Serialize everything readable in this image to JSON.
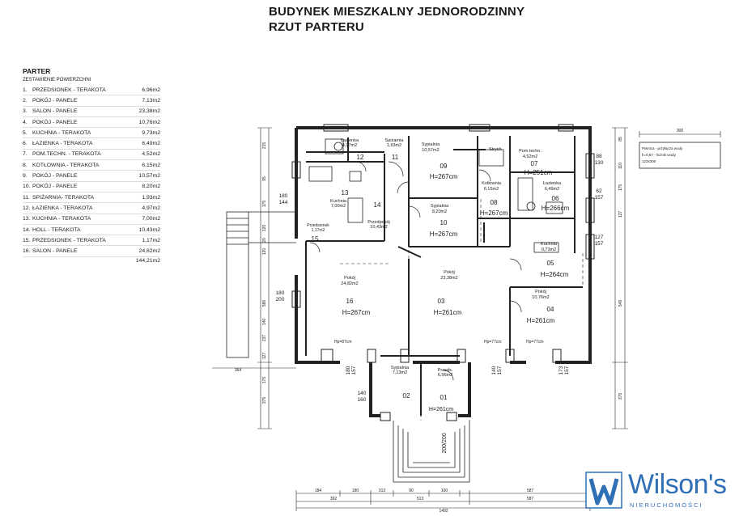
{
  "title": {
    "line1": "BUDYNEK MIESZKALNY JEDNORODZINNY",
    "line2": "RZUT PARTERU"
  },
  "legend": {
    "heading": "PARTER",
    "subheading": "ZESTAWIENIE POWIERZCHNI",
    "rows": [
      {
        "n": "1.",
        "name": "PRZEDSIONEK - TERAKOTA",
        "area": "6,96m2"
      },
      {
        "n": "2.",
        "name": "POKÓJ - PANELE",
        "area": "7,13m2"
      },
      {
        "n": "3.",
        "name": "SALON - PANELE",
        "area": "23,38m2"
      },
      {
        "n": "4.",
        "name": "POKÓJ - PANELE",
        "area": "10,76m2"
      },
      {
        "n": "5.",
        "name": "KUCHNIA - TERAKOTA",
        "area": "9,73m2"
      },
      {
        "n": "6.",
        "name": "ŁAZIENKA - TERAKOTA",
        "area": "6,49m2"
      },
      {
        "n": "7.",
        "name": "POM.TECHN. - TERAKOTA",
        "area": "4,52m2"
      },
      {
        "n": "8.",
        "name": "KOTŁOWNIA - TERAKOTA",
        "area": "6,15m2"
      },
      {
        "n": "9.",
        "name": "POKÓJ - PANELE",
        "area": "10,57m2"
      },
      {
        "n": "10.",
        "name": "POKÓJ - PANELE",
        "area": "8,20m2"
      },
      {
        "n": "11.",
        "name": "SPIŻARNIA- TERAKOTA",
        "area": "1,93m2"
      },
      {
        "n": "12.",
        "name": "ŁAZIENKA - TERAKOTA",
        "area": "4,97m2"
      },
      {
        "n": "13.",
        "name": "KUCHNIA - TERAKOTA",
        "area": "7,00m2"
      },
      {
        "n": "14.",
        "name": "HOLL - TERAKOTA",
        "area": "10,43m2"
      },
      {
        "n": "15.",
        "name": "PRZEDSIONEK - TERAKOTA",
        "area": "1,17m2"
      },
      {
        "n": "16.",
        "name": "SALON - PANELE",
        "area": "24,82m2"
      }
    ],
    "total": "144,21m2"
  },
  "rooms": [
    {
      "num": "16",
      "name": "Pokój",
      "area": "24,82m2",
      "height": "H=267cm"
    },
    {
      "num": "03",
      "name": "Pokój",
      "area": "23,38m2",
      "height": "H=261cm"
    },
    {
      "num": "04",
      "name": "Pokój",
      "area": "10,76m2",
      "height": "H=261cm"
    },
    {
      "num": "05",
      "name": "Kuchnia",
      "area": "9,73m2",
      "height": "H=264cm"
    },
    {
      "num": "06",
      "name": "Łazienka",
      "area": "6,49m2",
      "height": "H=266cm"
    },
    {
      "num": "07",
      "name": "Pom.techn.",
      "area": "4,52m2",
      "height": "H=251cm"
    },
    {
      "num": "08",
      "name": "Kotłownia",
      "area": "6,15m2",
      "height": "H=267cm"
    },
    {
      "num": "09",
      "name": "Sypialnia",
      "area": "10,57m2",
      "height": "H=267cm"
    },
    {
      "num": "10",
      "name": "Sypialnia",
      "area": "8,20m2",
      "height": "H=267cm"
    },
    {
      "num": "11",
      "name": "Spiżarnia",
      "area": "1,93m2",
      "height": ""
    },
    {
      "num": "12",
      "name": "Łazienka",
      "area": "4,97m2",
      "height": ""
    },
    {
      "num": "13",
      "name": "Kuchnia",
      "area": "7,00m2",
      "height": ""
    },
    {
      "num": "14",
      "name": "Przedpokój",
      "area": "10,43m2",
      "height": ""
    },
    {
      "num": "15",
      "name": "Przedsionek",
      "area": "1,17m2",
      "height": ""
    },
    {
      "num": "02",
      "name": "Sypialnia",
      "area": "7,13m2",
      "height": ""
    },
    {
      "num": "01",
      "name": "Przeds.",
      "area": "6,96m2",
      "height": "H=261cm"
    }
  ],
  "dims": {
    "top_300": "300",
    "bottom_row1": [
      "184",
      "180",
      "313",
      "90",
      "100",
      "587"
    ],
    "bottom_row2": [
      "392",
      "513",
      "587"
    ],
    "bottom_total": "1492",
    "left_vertical": [
      "215",
      "95",
      "175",
      "120",
      "20",
      "120",
      "586",
      "140",
      "237",
      "127",
      "175",
      "375"
    ],
    "right_vertical": [
      "85",
      "110",
      "175",
      "127",
      "549",
      "375"
    ],
    "windows_left": [
      "180/144",
      "180/200",
      "140/160"
    ],
    "windows_right": [
      "88/130",
      "62/157",
      "127/157"
    ],
    "windows_bottom": [
      "180/157",
      "140/157",
      "173/157"
    ],
    "ext_364": "364",
    "stair_label": "200/200"
  },
  "notes": {
    "piwnica_box": [
      "Piwnica - przyłącza wody",
      "h=0,67 - licznik wody",
      "123x300"
    ],
    "strych": "Strych",
    "hp_labels": [
      "Hp=87cm",
      "Hp=77cm",
      "Hp=77cm"
    ]
  },
  "logo": {
    "name": "Wilson's",
    "sub": "NIERUCHOMOŚCI"
  }
}
